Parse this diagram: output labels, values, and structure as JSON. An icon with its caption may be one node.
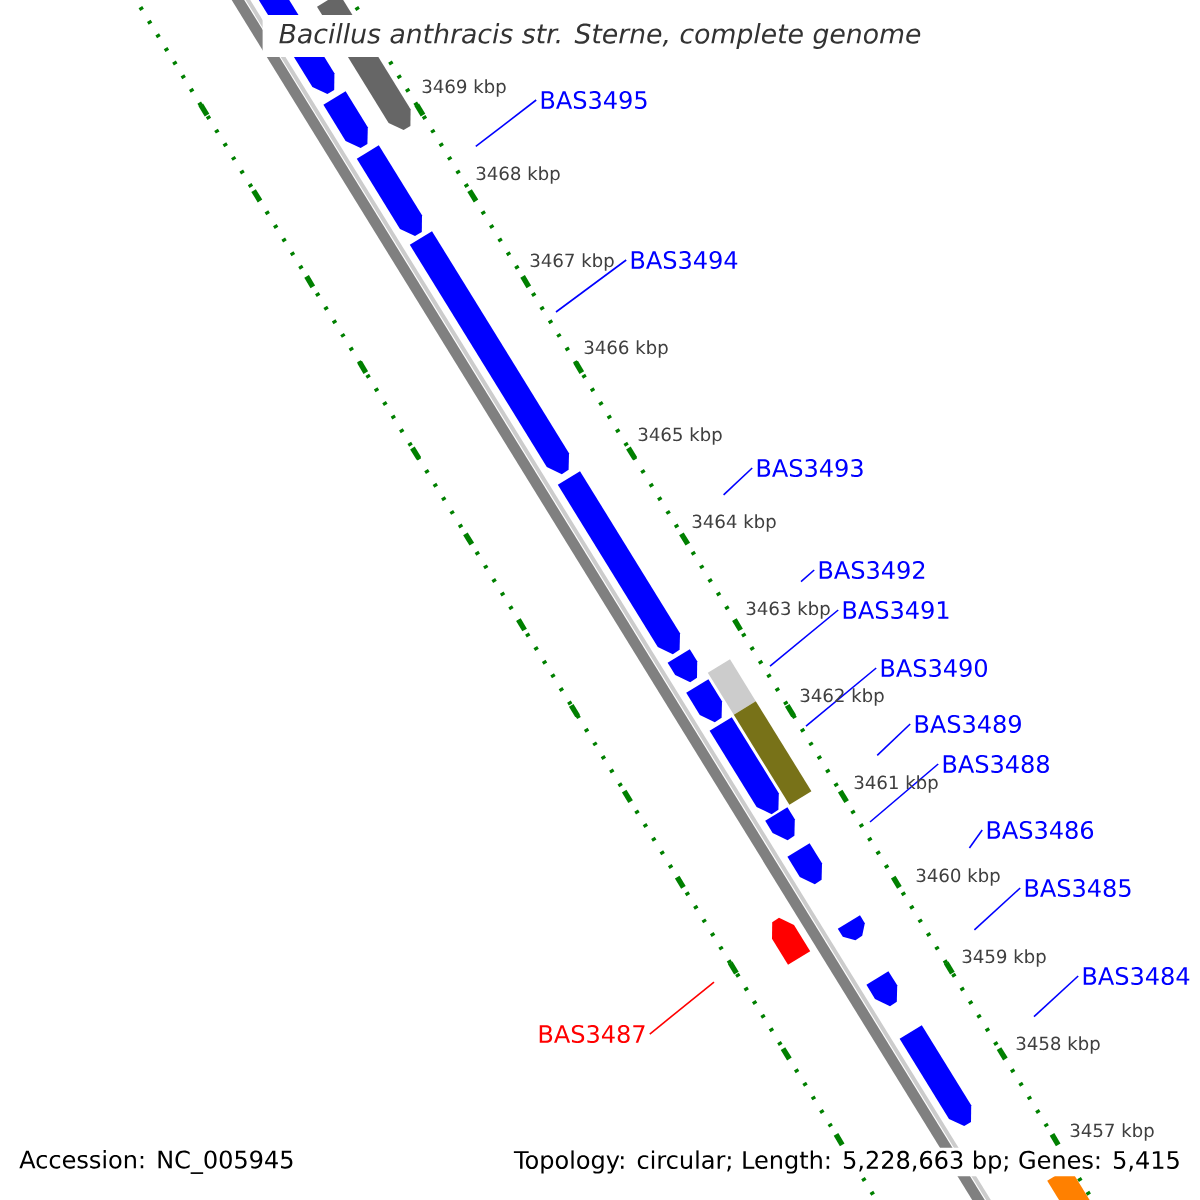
{
  "diagram": {
    "title": "Bacillus anthracis str. Sterne, complete genome",
    "nodes": [
      {
        "text": [
          "BAS3495"
        ]
      },
      {
        "text": [
          "BAS3494"
        ]
      },
      {
        "text": [
          "BAS3493"
        ]
      },
      {
        "text": [
          "BAS3492"
        ]
      },
      {
        "text": [
          "BAS3491"
        ]
      },
      {
        "text": [
          "BAS3490"
        ]
      },
      {
        "text": [
          "BAS3489"
        ]
      },
      {
        "text": [
          "BAS3488"
        ]
      },
      {
        "text": [
          "BAS3486"
        ]
      },
      {
        "text": [
          "BAS3485"
        ]
      },
      {
        "text": [
          "BAS3484"
        ]
      },
      {
        "text": [
          "BAS3487"
        ]
      }
    ],
    "edges": [
      {
        "from": 0,
        "to": null,
        "arrow": "none"
      },
      {
        "from": 1,
        "to": null,
        "arrow": "none"
      },
      {
        "from": 2,
        "to": null,
        "arrow": "none"
      },
      {
        "from": 3,
        "to": null,
        "arrow": "none"
      },
      {
        "from": 4,
        "to": null,
        "arrow": "none"
      },
      {
        "from": 5,
        "to": null,
        "arrow": "none"
      },
      {
        "from": 6,
        "to": null,
        "arrow": "none"
      },
      {
        "from": 7,
        "to": null,
        "arrow": "none"
      },
      {
        "from": 8,
        "to": null,
        "arrow": "none"
      },
      {
        "from": 9,
        "to": null,
        "arrow": "none"
      },
      {
        "from": 10,
        "to": null,
        "arrow": "none"
      },
      {
        "from": 11,
        "to": null,
        "arrow": "none",
        "color": "#ff0000"
      }
    ],
    "labels": [
      "3469 kbp",
      "3468 kbp",
      "3467 kbp",
      "3466 kbp",
      "3465 kbp",
      "3464 kbp",
      "3463 kbp",
      "3462 kbp",
      "3461 kbp",
      "3460 kbp",
      "3459 kbp",
      "3458 kbp",
      "3457 kbp",
      "Accession: NC_005945",
      "Topology: circular; Length: 5,228,663 bp; Genes: 5,415"
    ]
  }
}
